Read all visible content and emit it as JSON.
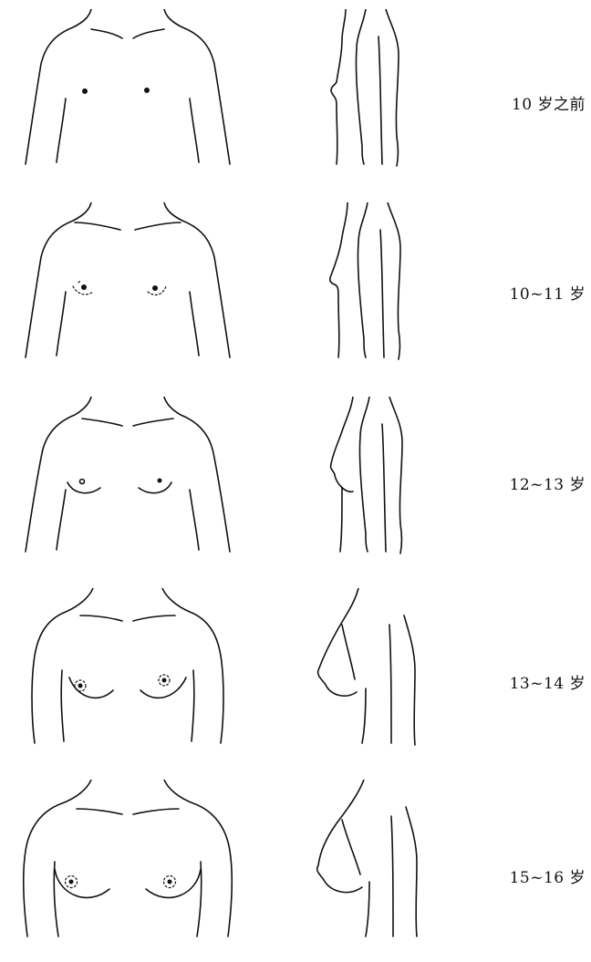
{
  "stages": [
    {
      "label": "10 岁之前"
    },
    {
      "label": "10~11 岁"
    },
    {
      "label": "12~13 岁"
    },
    {
      "label": "13~14 岁"
    },
    {
      "label": "15~16 岁"
    }
  ],
  "colors": {
    "line": "#111111",
    "background": "#ffffff"
  }
}
